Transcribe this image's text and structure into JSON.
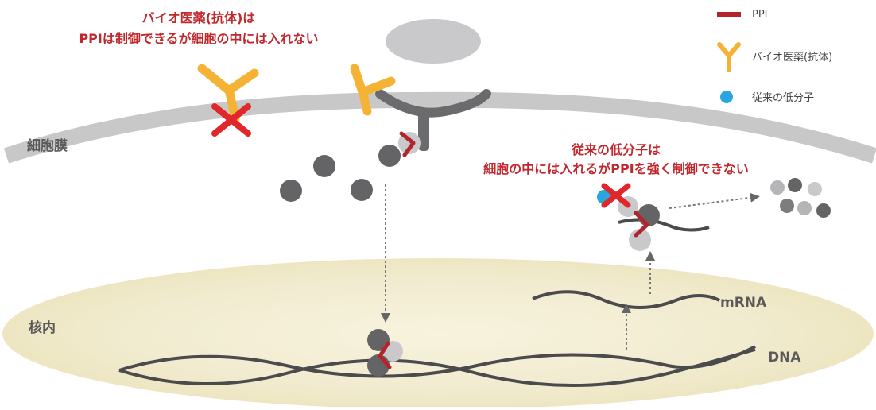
{
  "colors": {
    "membrane": "#c8c8c8",
    "nucleus": "#f1ecd0",
    "nucleus_edge": "#e7ddaa",
    "protein_dark": "#646466",
    "protein_light": "#c9c9cb",
    "ppi": "#b3252c",
    "antibody": "#f5b335",
    "small_molecule": "#2aa6df",
    "cross": "#e0272b",
    "annotation_red": "#c0282d",
    "dna": "#4b4b4d"
  },
  "legend": {
    "ppi_label": "PPI",
    "antibody_label": "バイオ医薬(抗体)",
    "small_molecule_label": "従来の低分子"
  },
  "annotations": {
    "antibody_line1": "バイオ医薬(抗体)は",
    "antibody_line2": "PPIは制御できるが細胞の中には入れない",
    "small_line1": "従来の低分子は",
    "small_line2": "細胞の中には入れるがPPIを強く制御できない"
  },
  "labels": {
    "membrane": "細胞膜",
    "nucleus": "核内",
    "mrna": "mRNA",
    "dna": "DNA"
  },
  "icons": {
    "ppi_marker": "ppi-bar-icon",
    "antibody": "antibody-y-icon",
    "small_molecule": "small-molecule-dot-icon",
    "blocked": "red-cross-icon",
    "flow_arrow": "dotted-arrow-icon"
  }
}
